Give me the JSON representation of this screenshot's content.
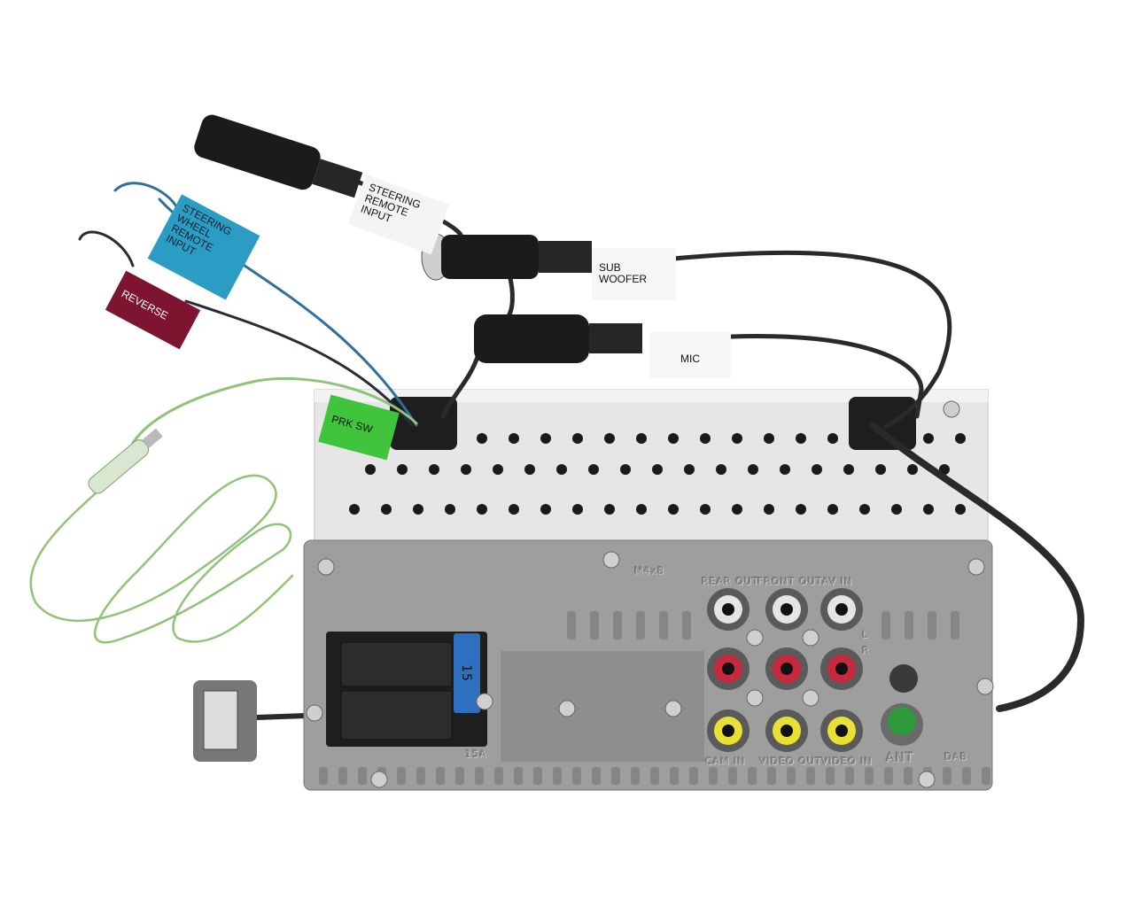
{
  "labels": {
    "steering_wheel_remote_input": "STEERING\nWHEEL\nREMOTE\nINPUT",
    "reverse": "REVERSE",
    "steering_remote_input": "STEERING\nREMOTE\nINPUT",
    "sub_woofer": "SUB\nWOOFER",
    "mic": "MIC",
    "prk_sw": "PRK  SW"
  },
  "panel_markings": {
    "screw_spec": "M4x8",
    "rear_out": "REAR OUT",
    "front_out": "FRONT OUT",
    "av_in": "AV IN",
    "cam_in": "CAM IN",
    "video_out": "VIDEO OUT",
    "video_in": "VIDEO IN",
    "ant": "ANT",
    "dab": "DAB",
    "left": "L",
    "right": "R",
    "fuse_value": "15",
    "fuse_rating": "15A"
  },
  "colors": {
    "blue_tag": "#2b9cc4",
    "maroon_tag": "#7d1430",
    "green_tag": "#3fc43c",
    "panel": "#9c9c9c",
    "cage": "#e4e4e4"
  }
}
